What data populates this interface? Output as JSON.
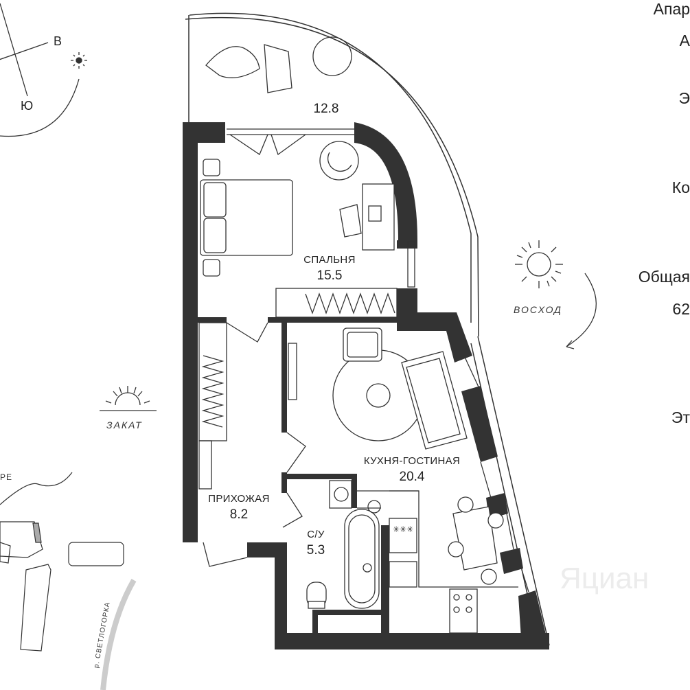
{
  "rooms": {
    "balcony": {
      "area": "12.8"
    },
    "bedroom": {
      "name": "СПАЛЬНЯ",
      "area": "15.5"
    },
    "kitchen": {
      "name": "КУХНЯ-ГОСТИНАЯ",
      "area": "20.4"
    },
    "hallway": {
      "name": "ПРИХОЖАЯ",
      "area": "8.2"
    },
    "bathroom": {
      "name": "С/У",
      "area": "5.3"
    }
  },
  "compass": {
    "east": "В",
    "south": "Ю"
  },
  "sunrise_label": "ВОСХОД",
  "sunset_label": "ЗАКАТ",
  "map": {
    "river_label": "р. СВЕТЛОГОРКА",
    "edge_label": "РЕ"
  },
  "side_panel": {
    "line1": "Апар",
    "line2": "А",
    "line3": "Э",
    "line4": "Ко",
    "line5": "Общая",
    "line6": "62",
    "line7": "Эт"
  },
  "watermark": "Яциан",
  "colors": {
    "wall": "#333333",
    "line": "#333333",
    "background": "#ffffff"
  },
  "icons": [
    "sun-icon",
    "sunrise-icon",
    "sunset-icon",
    "bed-icon",
    "sofa-icon",
    "bathtub-icon",
    "toilet-icon",
    "stove-icon"
  ]
}
